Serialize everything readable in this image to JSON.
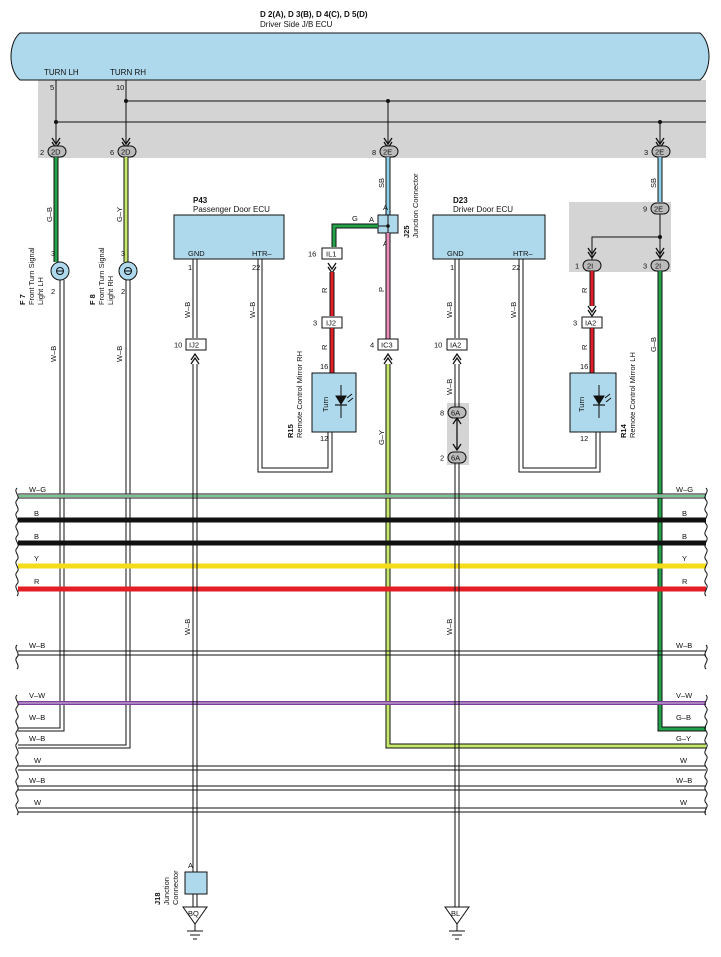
{
  "header": {
    "connectors": "D 2(A), D 3(B), D 4(C), D 5(D)",
    "name": "Driver Side J/B ECU",
    "pin_left": "TURN LH",
    "pin_right": "TURN RH",
    "pin_left_no": "5",
    "pin_right_no": "10"
  },
  "jb_connectors": {
    "c1": {
      "pin": "2",
      "code": "2D"
    },
    "c2": {
      "pin": "6",
      "code": "2D"
    },
    "c3": {
      "pin": "8",
      "code": "2E"
    },
    "c4": {
      "pin": "3",
      "code": "2E"
    },
    "c5": {
      "pin": "9",
      "code": "2E"
    },
    "c6": {
      "pin": "1",
      "code": "2I"
    },
    "c7": {
      "pin": "3",
      "code": "2I"
    }
  },
  "lights": {
    "lh": {
      "id": "F 7",
      "name": "Front Turn Signal\nLight LH",
      "pin_top": "3",
      "pin_bot": "2",
      "wire_top": "G–B",
      "wire_bot": "W–B"
    },
    "rh": {
      "id": "F 8",
      "name": "Front Turn Signal\nLight RH",
      "pin_top": "3",
      "pin_bot": "2",
      "wire_top": "G–Y",
      "wire_bot": "W–B"
    }
  },
  "passenger_ecu": {
    "id": "P43",
    "name": "Passenger Door ECU",
    "gnd": "GND",
    "htr": "HTR–",
    "pin_gnd": "1",
    "pin_htr": "22",
    "wire_gnd": "W–B",
    "wire_htr": "W–B"
  },
  "driver_ecu": {
    "id": "D23",
    "name": "Driver Door ECU",
    "gnd": "GND",
    "htr": "HTR–",
    "pin_gnd": "1",
    "pin_htr": "22",
    "wire_gnd": "W–B",
    "wire_htr": "W–B"
  },
  "junction_j25": {
    "id": "J25",
    "name": "Junction Connector",
    "pin_a1": "A",
    "pin_a2": "A",
    "pin_a3": "A",
    "wire_in": "SB",
    "wire_g": "G",
    "wire_p": "P"
  },
  "mirror_rh": {
    "id": "R15",
    "name": "Remote Control Mirror RH",
    "label": "Turn",
    "pin_top": "16",
    "pin_bot": "12",
    "conn1": "IL1",
    "conn1_pin": "16",
    "conn2": "IJ2",
    "conn2_pin": "3",
    "wire1": "R",
    "wire2": "R"
  },
  "mirror_lh": {
    "id": "R14",
    "name": "Remote Control Mirror LH",
    "label": "Turn",
    "pin_top": "16",
    "pin_bot": "12",
    "conn2": "IA2",
    "conn2_pin": "3",
    "wire1": "R",
    "wire2": "R",
    "wire_right": "G–B",
    "wire_sb": "SB"
  },
  "inline": {
    "ij2": {
      "code": "IJ2",
      "pin": "10"
    },
    "ic3": {
      "code": "IC3",
      "pin": "4",
      "wire": "G–Y"
    },
    "ia2": {
      "code": "IA2",
      "pin": "10",
      "wire": "W–B"
    },
    "c6a_top": {
      "code": "6A",
      "pin": "8"
    },
    "c6a_bot": {
      "code": "6A",
      "pin": "2"
    }
  },
  "bus_labels": [
    {
      "left": "W–G",
      "right": "W–G"
    },
    {
      "left": "B",
      "right": "B"
    },
    {
      "left": "B",
      "right": "B"
    },
    {
      "left": "Y",
      "right": "Y"
    },
    {
      "left": "R",
      "right": "R"
    },
    {
      "left": "W–B",
      "right": "W–B"
    },
    {
      "left": "V–W",
      "right": "V–W"
    },
    {
      "left": "W–B",
      "right": "G–B"
    },
    {
      "left": "W–B",
      "right": "G–Y"
    },
    {
      "left": "W",
      "right": "W"
    },
    {
      "left": "W–B",
      "right": "W–B"
    },
    {
      "left": "W",
      "right": "W"
    }
  ],
  "mid_wires": {
    "wb_left": "W–B",
    "wb_right": "W–B"
  },
  "grounds": {
    "j18": {
      "id": "J18",
      "name": "Junction\nConnector",
      "pin": "A",
      "code": "BQ"
    },
    "bl": {
      "code": "BL"
    }
  },
  "colors": {
    "shade": "#d4d4d4",
    "ecu_blue": "#aed9ec",
    "sb": "#8ecfea",
    "green": "#22a34a",
    "yellow": "#f5dc1a",
    "red": "#e31e25",
    "pink": "#ec8cbb",
    "purple": "#7b3f98",
    "black": "#111111"
  }
}
